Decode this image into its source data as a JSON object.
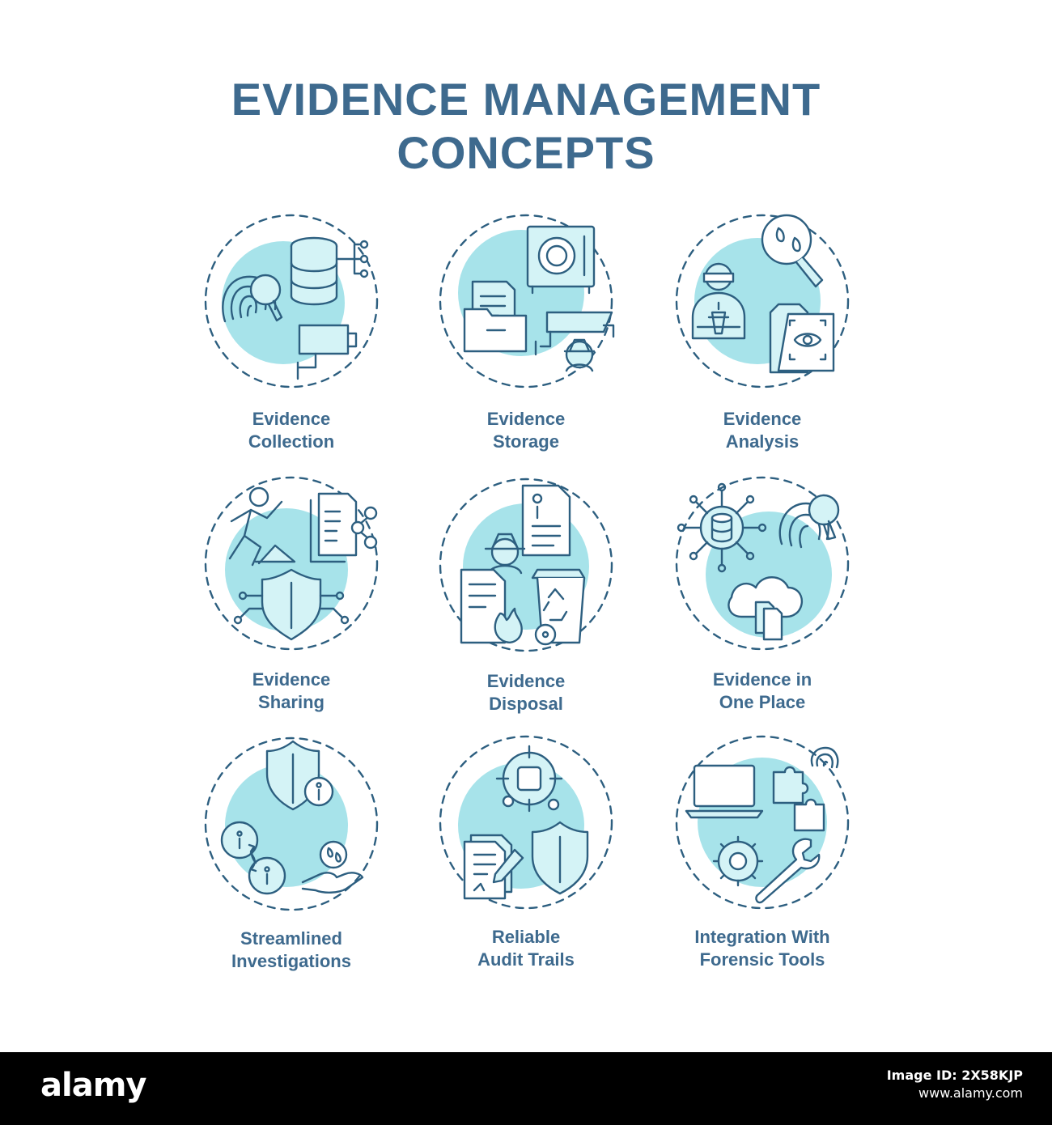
{
  "title": {
    "line1": "EVIDENCE MANAGEMENT",
    "line2": "CONCEPTS"
  },
  "colors": {
    "text": "#3e6a8e",
    "stroke": "#2d5f80",
    "fill": "#a7e3ea",
    "fill_light": "#d4f3f6"
  },
  "items": [
    {
      "icon": "evidence-collection-icon",
      "lines": [
        "Evidence",
        "Collection"
      ]
    },
    {
      "icon": "evidence-storage-icon",
      "lines": [
        "Evidence",
        "Storage"
      ]
    },
    {
      "icon": "evidence-analysis-icon",
      "lines": [
        "Evidence",
        "Analysis"
      ]
    },
    {
      "icon": "evidence-sharing-icon",
      "lines": [
        "Evidence",
        "Sharing"
      ]
    },
    {
      "icon": "evidence-disposal-icon",
      "lines": [
        "Evidence",
        "Disposal"
      ]
    },
    {
      "icon": "evidence-one-place-icon",
      "lines": [
        "Evidence in",
        "One Place"
      ]
    },
    {
      "icon": "streamlined-investigations-icon",
      "lines": [
        "Streamlined",
        "Investigations"
      ]
    },
    {
      "icon": "audit-trails-icon",
      "lines": [
        "Reliable",
        "Audit Trails"
      ]
    },
    {
      "icon": "forensic-tools-icon",
      "lines": [
        "Integration With",
        "Forensic Tools"
      ]
    }
  ],
  "footer": {
    "brand": "alamy",
    "image_id": "Image ID: 2X58KJP",
    "site": "www.alamy.com"
  }
}
